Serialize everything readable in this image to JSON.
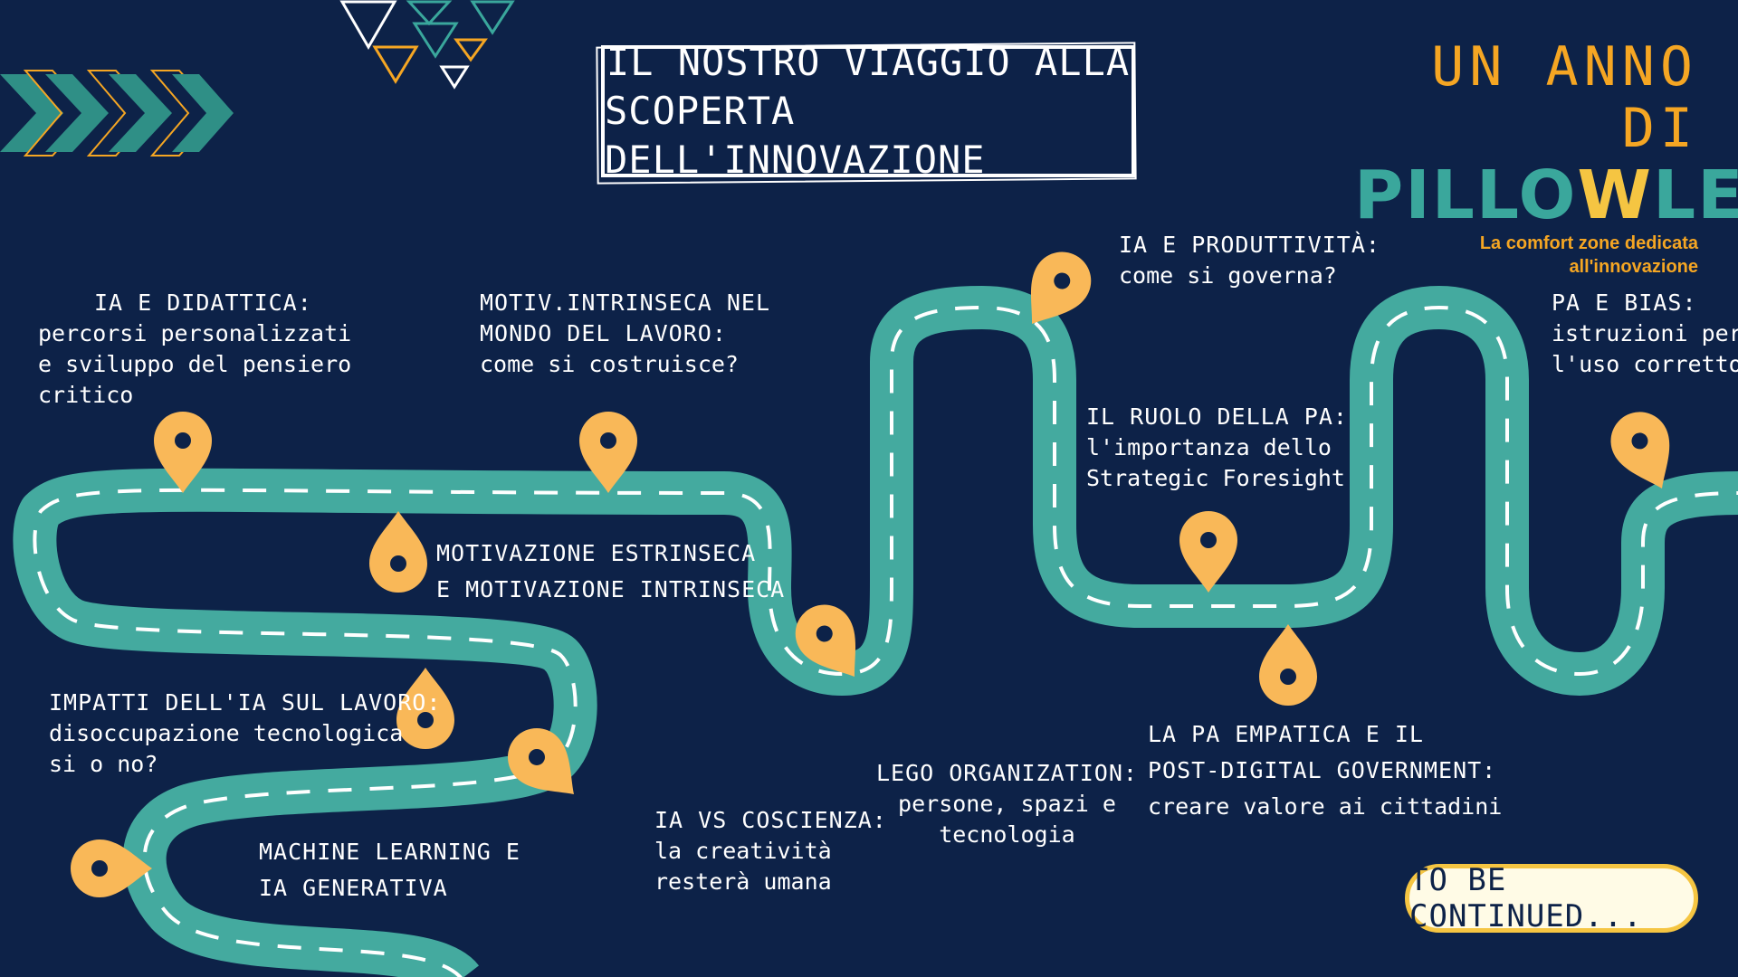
{
  "title": {
    "line1": "IL NOSTRO VIAGGIO ALLA",
    "line2": "SCOPERTA DELL'INNOVAZIONE"
  },
  "brand": {
    "line1": "UN ANNO DI",
    "logo_part1": "PILLO",
    "logo_w": "W",
    "logo_part2": "LE",
    "tagline": "La comfort zone dedicata all'innovazione"
  },
  "colors": {
    "background": "#0d2248",
    "road": "#44aa9f",
    "pin": "#f9b858",
    "accent": "#f5a623",
    "white": "#ffffff"
  },
  "milestones": [
    {
      "id": "ia-didattica",
      "heading": "IA E DIDATTICA:",
      "lines": [
        "percorsi  personalizzati",
        "e sviluppo del pensiero",
        "critico"
      ]
    },
    {
      "id": "motiv-intrinseca-lavoro",
      "heading_lines": [
        "MOTIV.INTRINSECA NEL",
        "MONDO DEL LAVORO:"
      ],
      "lines": [
        "come si costruisce?"
      ]
    },
    {
      "id": "motivazione",
      "heading_lines": [
        "MOTIVAZIONE ESTRINSECA",
        "E MOTIVAZIONE INTRINSECA"
      ]
    },
    {
      "id": "impatti",
      "heading": "IMPATTI DELL'IA SUL LAVORO:",
      "lines": [
        "disoccupazione tecnologica",
        "si o no?"
      ]
    },
    {
      "id": "machine-learning",
      "heading_lines": [
        "MACHINE LEARNING E",
        "IA GENERATIVA"
      ]
    },
    {
      "id": "ia-coscienza",
      "heading": "IA VS COSCIENZA:",
      "lines": [
        "la creatività",
        "resterà umana"
      ]
    },
    {
      "id": "lego",
      "heading": "LEGO ORGANIZATION:",
      "lines": [
        "persone, spazi e",
        "tecnologia"
      ]
    },
    {
      "id": "ia-produttivita",
      "heading": "IA E PRODUTTIVITÀ:",
      "lines": [
        "come si governa?"
      ]
    },
    {
      "id": "ruolo-pa",
      "heading": "IL RUOLO DELLA PA:",
      "lines": [
        "l'importanza dello",
        "Strategic Foresight"
      ]
    },
    {
      "id": "pa-empatica",
      "heading_lines": [
        "LA PA EMPATICA E IL",
        "POST-DIGITAL GOVERNMENT:"
      ],
      "lines": [
        "creare valore ai cittadini"
      ]
    },
    {
      "id": "pa-bias",
      "heading": "PA E BIAS:",
      "lines": [
        "istruzioni per",
        "l'uso corretto"
      ]
    }
  ],
  "continue_label": "TO BE CONTINUED..."
}
